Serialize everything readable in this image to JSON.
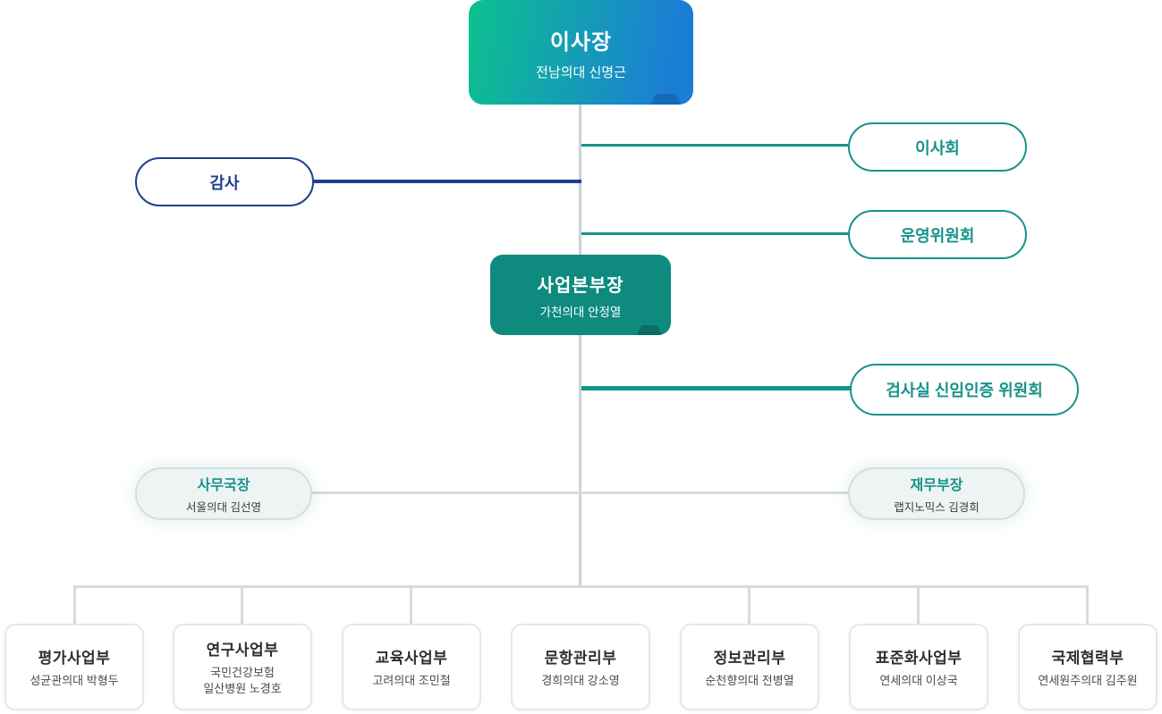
{
  "colors": {
    "teal": "#15938a",
    "teal-dark": "#0e8a7e",
    "navy": "#1e3e8e",
    "grad-start": "#0cc18e",
    "grad-end": "#1b7ed6",
    "line-gray": "#dadada",
    "line-gray-dark": "#ccd1d7",
    "soft-fill": "#eef4f3",
    "soft-border": "#cfe0dd"
  },
  "org": {
    "chairman": {
      "title": "이사장",
      "subtitle": "전남의대 신명근"
    },
    "auditor": {
      "label": "감사"
    },
    "board": {
      "label": "이사회"
    },
    "steering_committee": {
      "label": "운영위원회"
    },
    "division_head": {
      "title": "사업본부장",
      "subtitle": "가천의대 안정열"
    },
    "lab_accreditation_committee": {
      "label": "검사실 신임인증 위원회"
    },
    "secretary_general": {
      "title": "사무국장",
      "subtitle": "서울의대 김선영"
    },
    "finance_director": {
      "title": "재무부장",
      "subtitle": "랩지노믹스 김경희"
    },
    "departments": [
      {
        "title": "평가사업부",
        "subtitle": "성균관의대 박형두"
      },
      {
        "title": "연구사업부",
        "subtitle": "국민건강보험\n일산병원 노경호"
      },
      {
        "title": "교육사업부",
        "subtitle": "고려의대 조민철"
      },
      {
        "title": "문항관리부",
        "subtitle": "경희의대 강소영"
      },
      {
        "title": "정보관리부",
        "subtitle": "순천향의대 전병열"
      },
      {
        "title": "표준화사업부",
        "subtitle": "연세의대 이상국"
      },
      {
        "title": "국제협력부",
        "subtitle": "연세원주의대 김주원"
      }
    ]
  }
}
